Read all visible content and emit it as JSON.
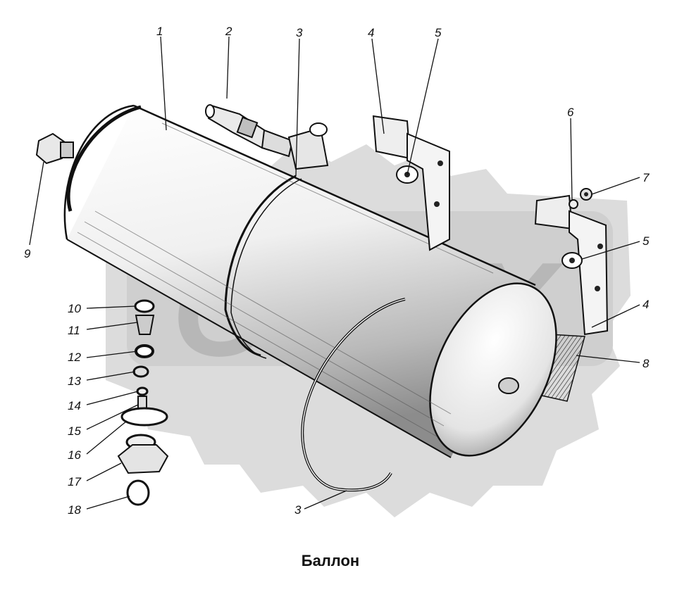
{
  "caption": "Баллон",
  "watermark": "OPEX",
  "callouts": {
    "c1": "1",
    "c2": "2",
    "c3a": "3",
    "c4a": "4",
    "c5a": "5",
    "c6": "6",
    "c7": "7",
    "c5b": "5",
    "c4b": "4",
    "c8": "8",
    "c9": "9",
    "c10": "10",
    "c11": "11",
    "c12": "12",
    "c13": "13",
    "c14": "14",
    "c15": "15",
    "c16": "16",
    "c17": "17",
    "c18": "18",
    "c3b": "3"
  },
  "colors": {
    "ink": "#111111",
    "watermark": "#d9d9d9",
    "metal": "#f2f2f2",
    "shade": "#9a9a9a"
  }
}
